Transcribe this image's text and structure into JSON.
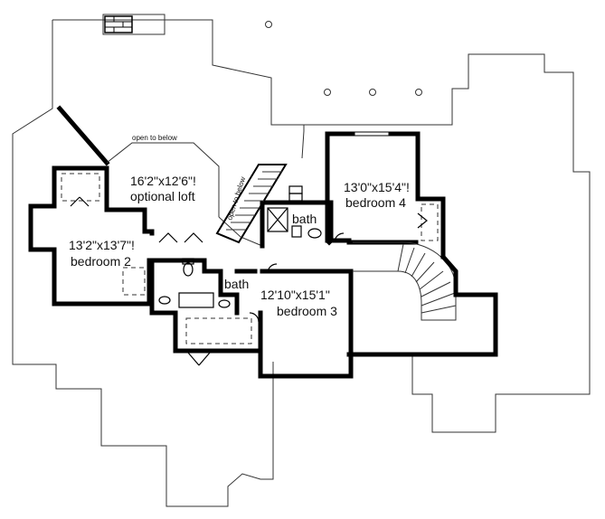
{
  "rooms": {
    "loft": {
      "dims": "16'2\"x12'6\"!",
      "name": "optional loft"
    },
    "bedroom2": {
      "dims": "13'2\"x13'7\"!",
      "name": "bedroom 2"
    },
    "bedroom3": {
      "dims": "12'10\"x15'1\"",
      "name": "bedroom 3"
    },
    "bedroom4": {
      "dims": "13'0\"x15'4\"!",
      "name": "bedroom 4"
    },
    "bath_upper": {
      "name": "bath"
    },
    "bath_lower": {
      "name": "bath"
    }
  },
  "annotations": {
    "open_to_below_top": "open to below",
    "open_to_below_stair": "open to below"
  }
}
